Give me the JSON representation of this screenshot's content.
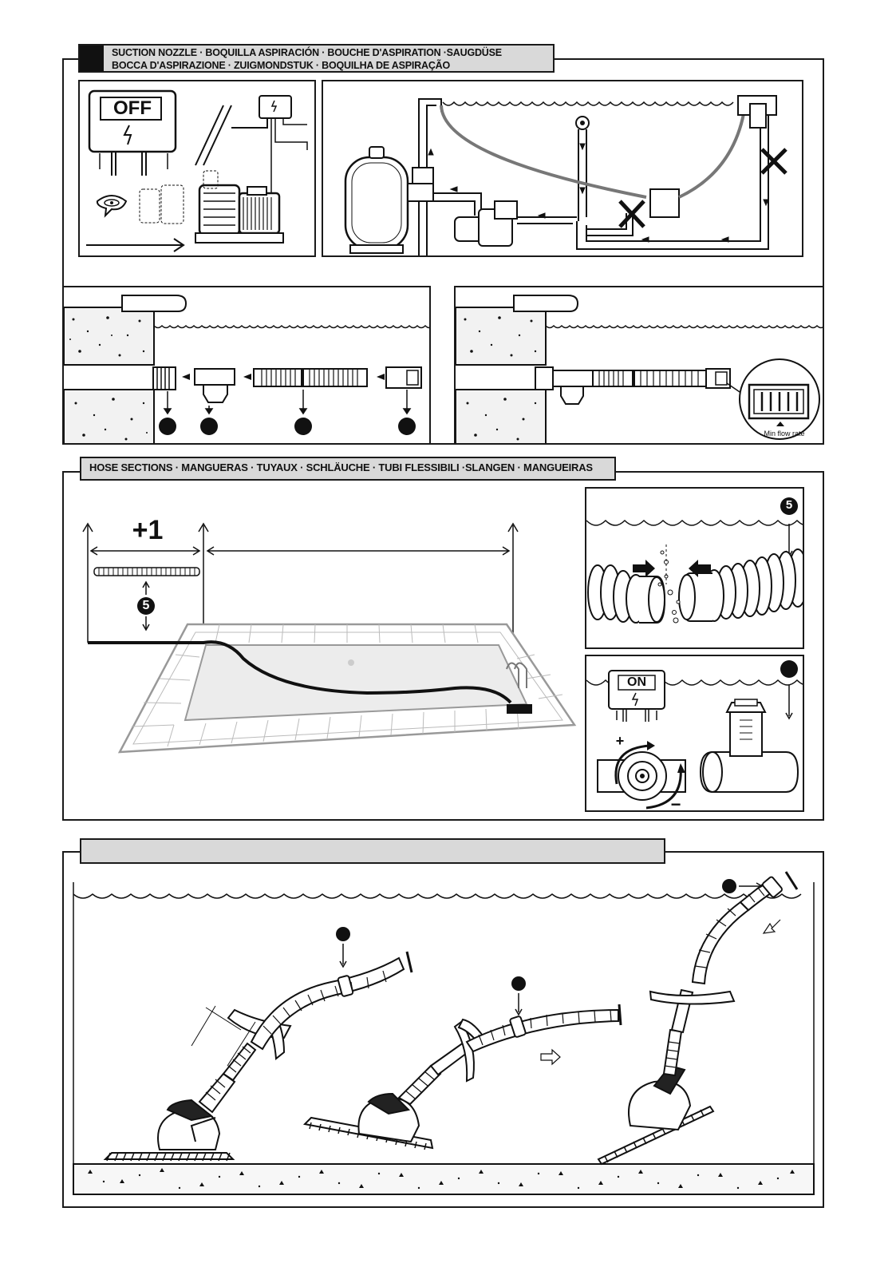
{
  "section1": {
    "title_line1": "SUCTION NOZZLE · BOQUILLA ASPIRACIÓN · BOUCHE D'ASPIRATION ·SAUGDÜSE",
    "title_line2": "BOCCA D'ASPIRAZIONE · ZUIGMONDSTUK · BOQUILHA DE ASPIRAÇÃO",
    "switch_off_label": "OFF",
    "flow_label": "Min flow rate"
  },
  "section2": {
    "title": "HOSE SECTIONS · MANGUERAS · TUYAUX · SCHLÄUCHE · TUBI FLESSIBILI ·SLANGEN · MANGUEIRAS",
    "plus_one_label": "+1",
    "step_number": "5",
    "switch_on_label": "ON",
    "plus_sign": "+",
    "minus_sign": "−"
  },
  "section3": {
    "title": ""
  },
  "colors": {
    "banner_bg": "#d9d9d9",
    "line": "#1a1a1a",
    "pool_water": "#ececec"
  }
}
